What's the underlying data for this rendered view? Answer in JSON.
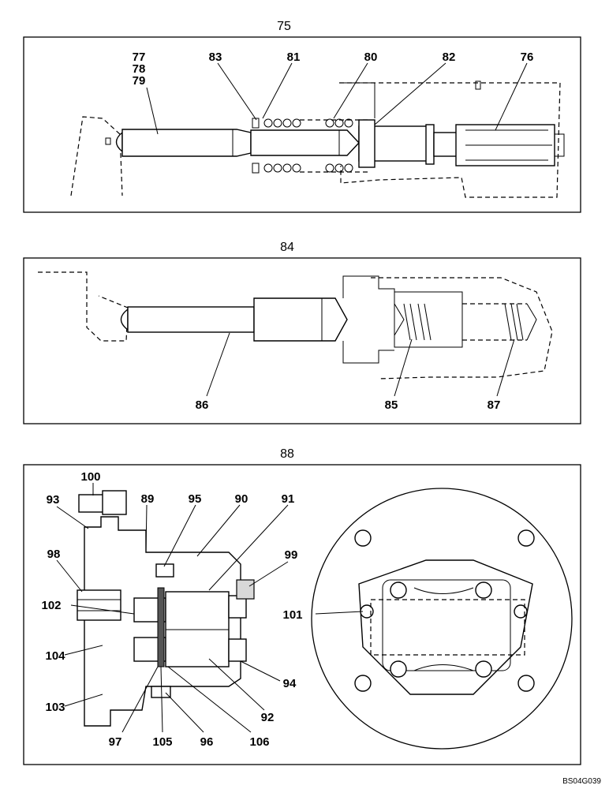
{
  "panels": [
    {
      "title": "75",
      "labels": [
        "77",
        "78",
        "79",
        "83",
        "81",
        "80",
        "82",
        "76"
      ]
    },
    {
      "title": "84",
      "labels": [
        "86",
        "85",
        "87"
      ]
    },
    {
      "title": "88",
      "labels": [
        "100",
        "93",
        "89",
        "95",
        "90",
        "91",
        "99",
        "98",
        "102",
        "101",
        "104",
        "94",
        "103",
        "92",
        "97",
        "105",
        "96",
        "106"
      ]
    }
  ],
  "drawing_code": "BS04G039"
}
